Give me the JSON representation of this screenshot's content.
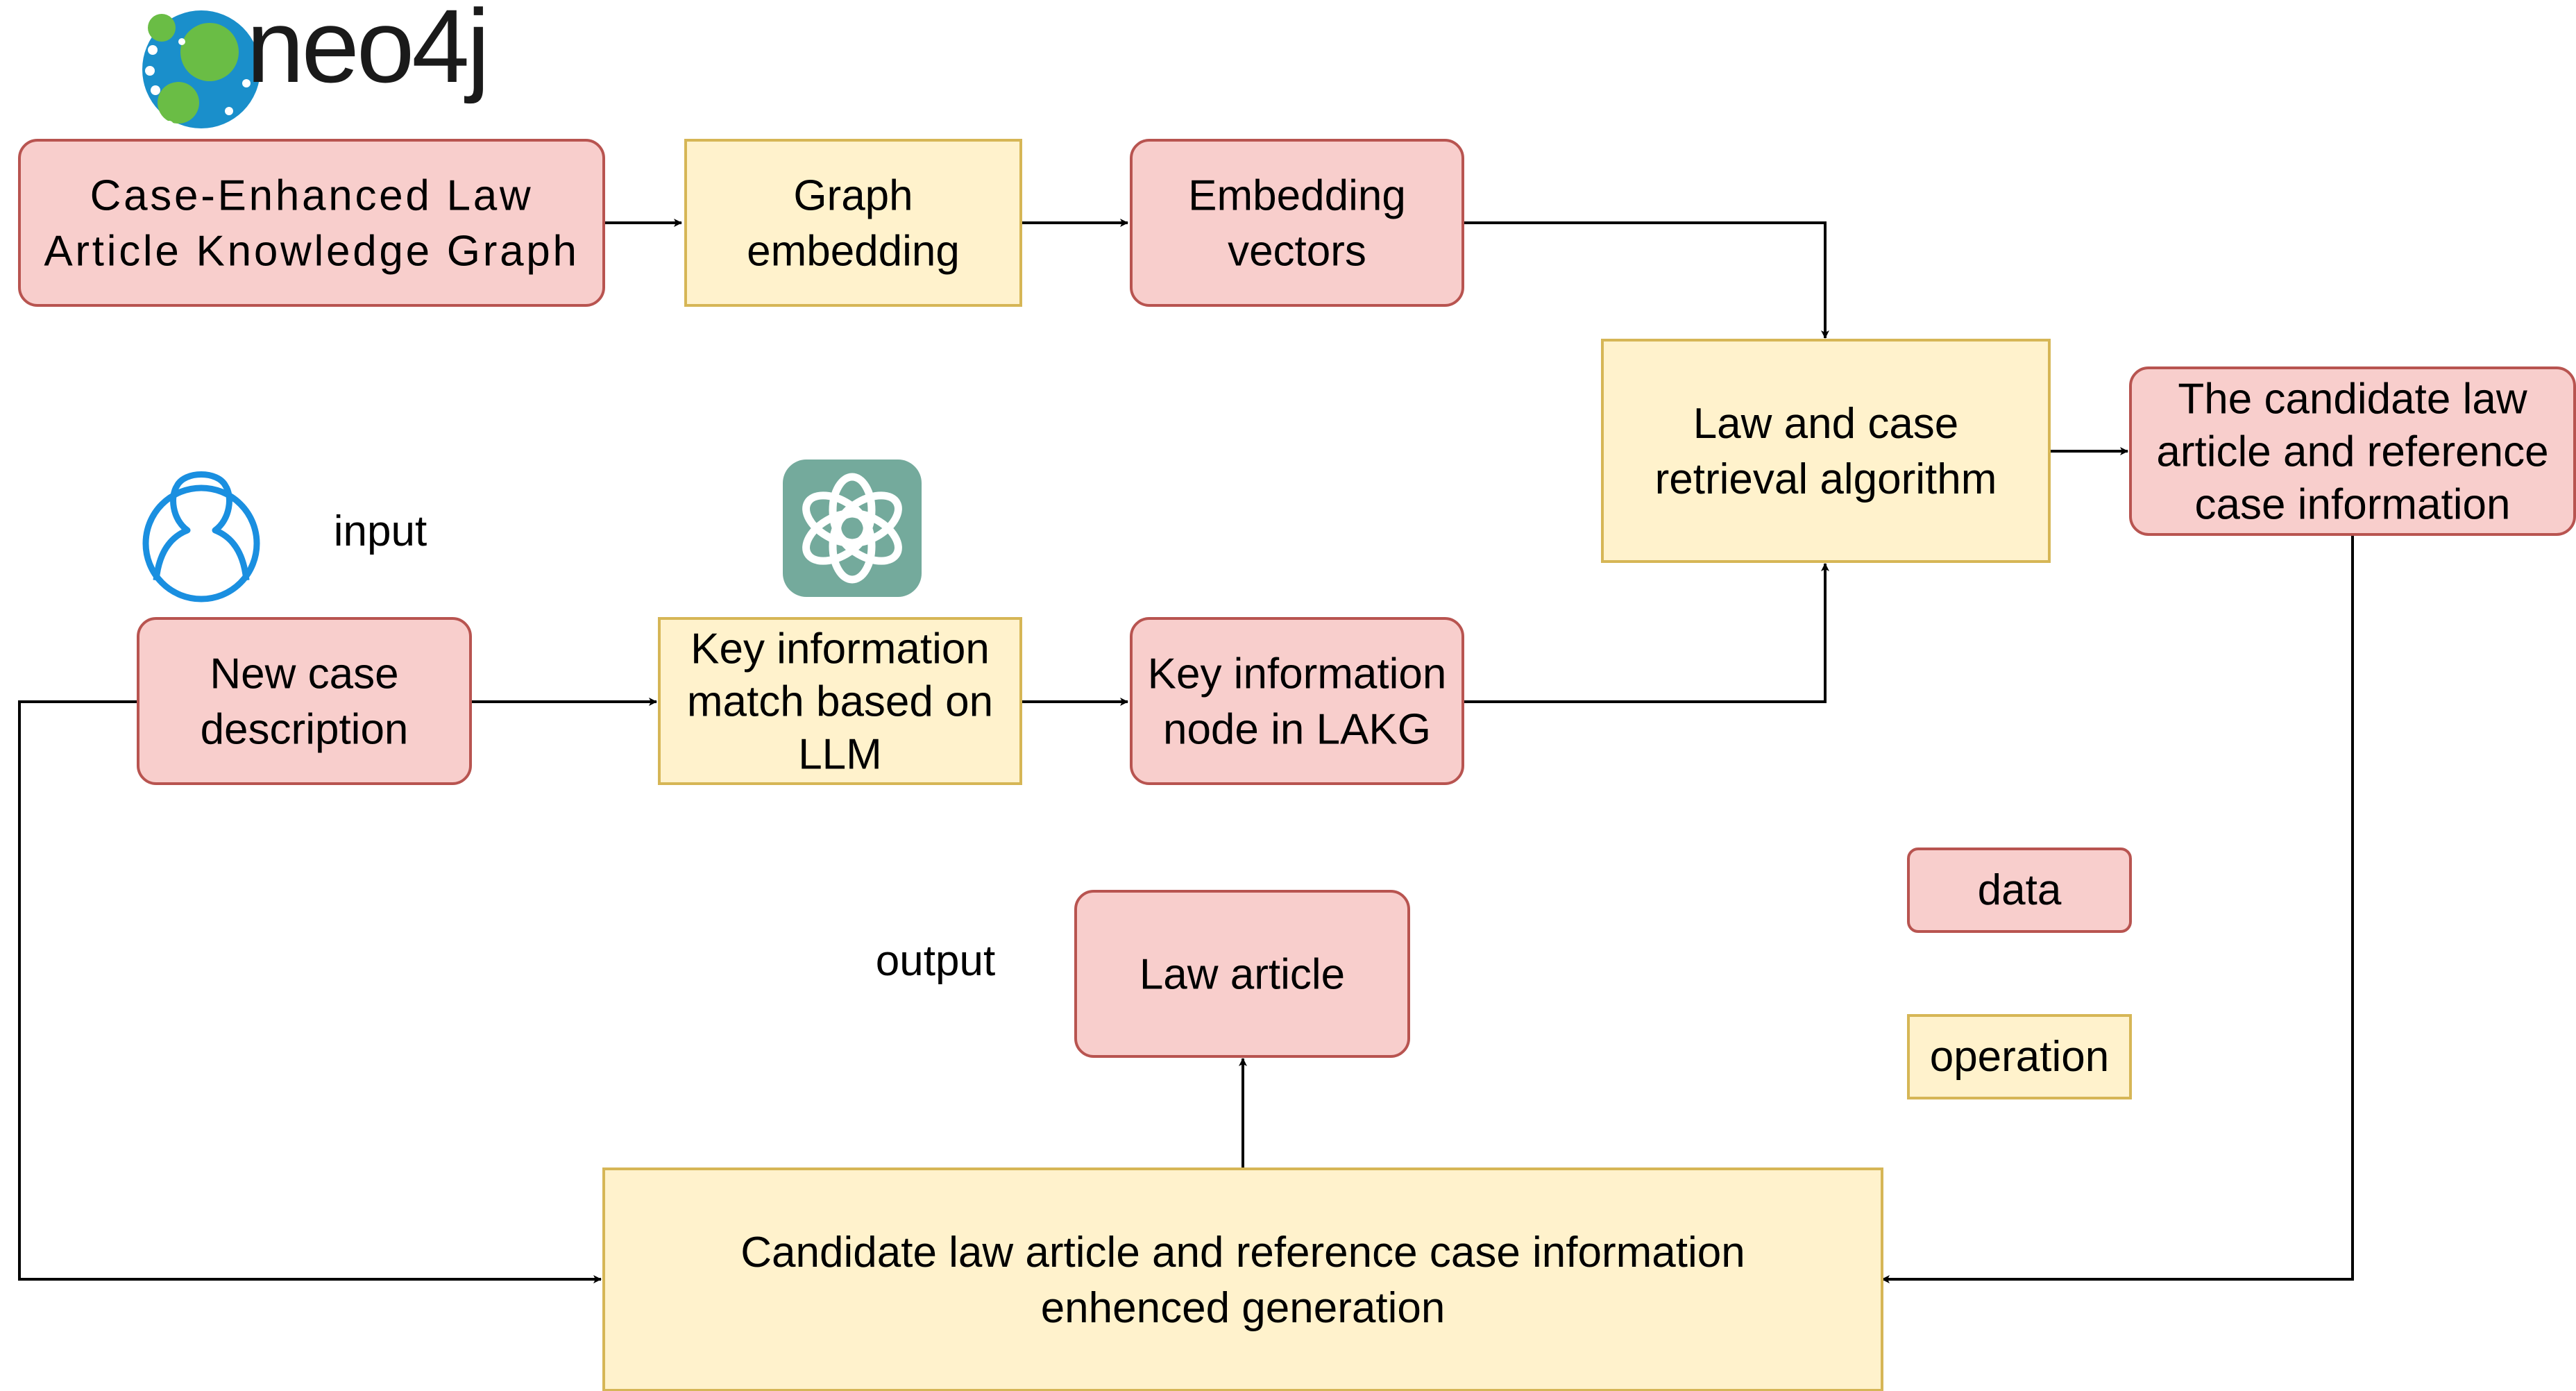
{
  "colors": {
    "data_fill": "#f8cecc",
    "data_stroke": "#b85450",
    "operation_fill": "#fff2cc",
    "operation_stroke": "#d6b656",
    "edge": "#000000",
    "neo4j_blue": "#1a8fcb",
    "neo4j_green": "#6abd45",
    "neo4j_text": "#1a1a1a",
    "user_icon": "#1a8fe0",
    "openai_tile": "#74aa9c"
  },
  "logos": {
    "neo4j": {
      "icon": "neo4j-logo",
      "wordmark": "neo4j"
    },
    "openai": {
      "icon": "openai-logo"
    }
  },
  "labels": {
    "input": "input",
    "output": "output"
  },
  "icons": {
    "user": "user-icon"
  },
  "nodes": {
    "knowledge_graph": {
      "kind": "data",
      "lines": [
        "Case-Enhanced Law",
        "Article Knowledge Graph"
      ]
    },
    "graph_embedding": {
      "kind": "operation",
      "lines": [
        "Graph",
        "embedding"
      ]
    },
    "embedding_vectors": {
      "kind": "data",
      "lines": [
        "Embedding",
        "vectors"
      ]
    },
    "retrieval_algorithm": {
      "kind": "operation",
      "lines": [
        "Law and case",
        "retrieval algorithm"
      ]
    },
    "candidate_info": {
      "kind": "data",
      "lines": [
        "The candidate law",
        "article and reference",
        "case information"
      ]
    },
    "new_case": {
      "kind": "data",
      "lines": [
        "New case",
        "description"
      ]
    },
    "key_info_match": {
      "kind": "operation",
      "lines": [
        "Key information",
        "match based on",
        "LLM"
      ]
    },
    "key_info_node": {
      "kind": "data",
      "lines": [
        "Key information",
        "node in LAKG"
      ]
    },
    "law_article": {
      "kind": "data",
      "lines": [
        "Law article"
      ]
    },
    "enhanced_generation": {
      "kind": "operation",
      "lines": [
        "Candidate law article and reference case information",
        "enhenced generation"
      ]
    }
  },
  "legend": {
    "data": "data",
    "operation": "operation"
  },
  "edges": [
    {
      "from": "knowledge_graph",
      "to": "graph_embedding"
    },
    {
      "from": "graph_embedding",
      "to": "embedding_vectors"
    },
    {
      "from": "embedding_vectors",
      "to": "retrieval_algorithm"
    },
    {
      "from": "new_case",
      "to": "key_info_match"
    },
    {
      "from": "key_info_match",
      "to": "key_info_node"
    },
    {
      "from": "key_info_node",
      "to": "retrieval_algorithm"
    },
    {
      "from": "retrieval_algorithm",
      "to": "candidate_info"
    },
    {
      "from": "candidate_info",
      "to": "enhanced_generation"
    },
    {
      "from": "new_case",
      "to": "enhanced_generation"
    },
    {
      "from": "enhanced_generation",
      "to": "law_article"
    }
  ]
}
